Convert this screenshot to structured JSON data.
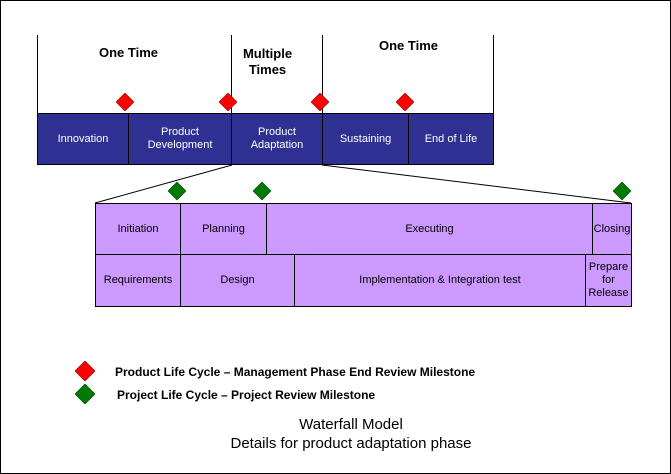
{
  "header_labels": {
    "one_time_left": "One Time",
    "multiple_times": "Multiple Times",
    "one_time_right": "One Time"
  },
  "product_phases": [
    "Innovation",
    "Product Development",
    "Product Adaptation",
    "Sustaining",
    "End of Life"
  ],
  "project_row1": [
    "Initiation",
    "Planning",
    "Executing",
    "Closing"
  ],
  "project_row2": [
    "Requirements",
    "Design",
    "Implementation & Integration test",
    "Prepare for Release"
  ],
  "legend": {
    "red": "Product Life Cycle – Management Phase End Review Milestone",
    "green": "Project Life Cycle – Project Review Milestone"
  },
  "caption": {
    "line1": "Waterfall Model",
    "line2": "Details for product adaptation phase"
  },
  "colors": {
    "product_phase": "#2e3192",
    "project_phase": "#cc99ff",
    "red_milestone": "#ff0000",
    "green_milestone": "#007a00"
  }
}
